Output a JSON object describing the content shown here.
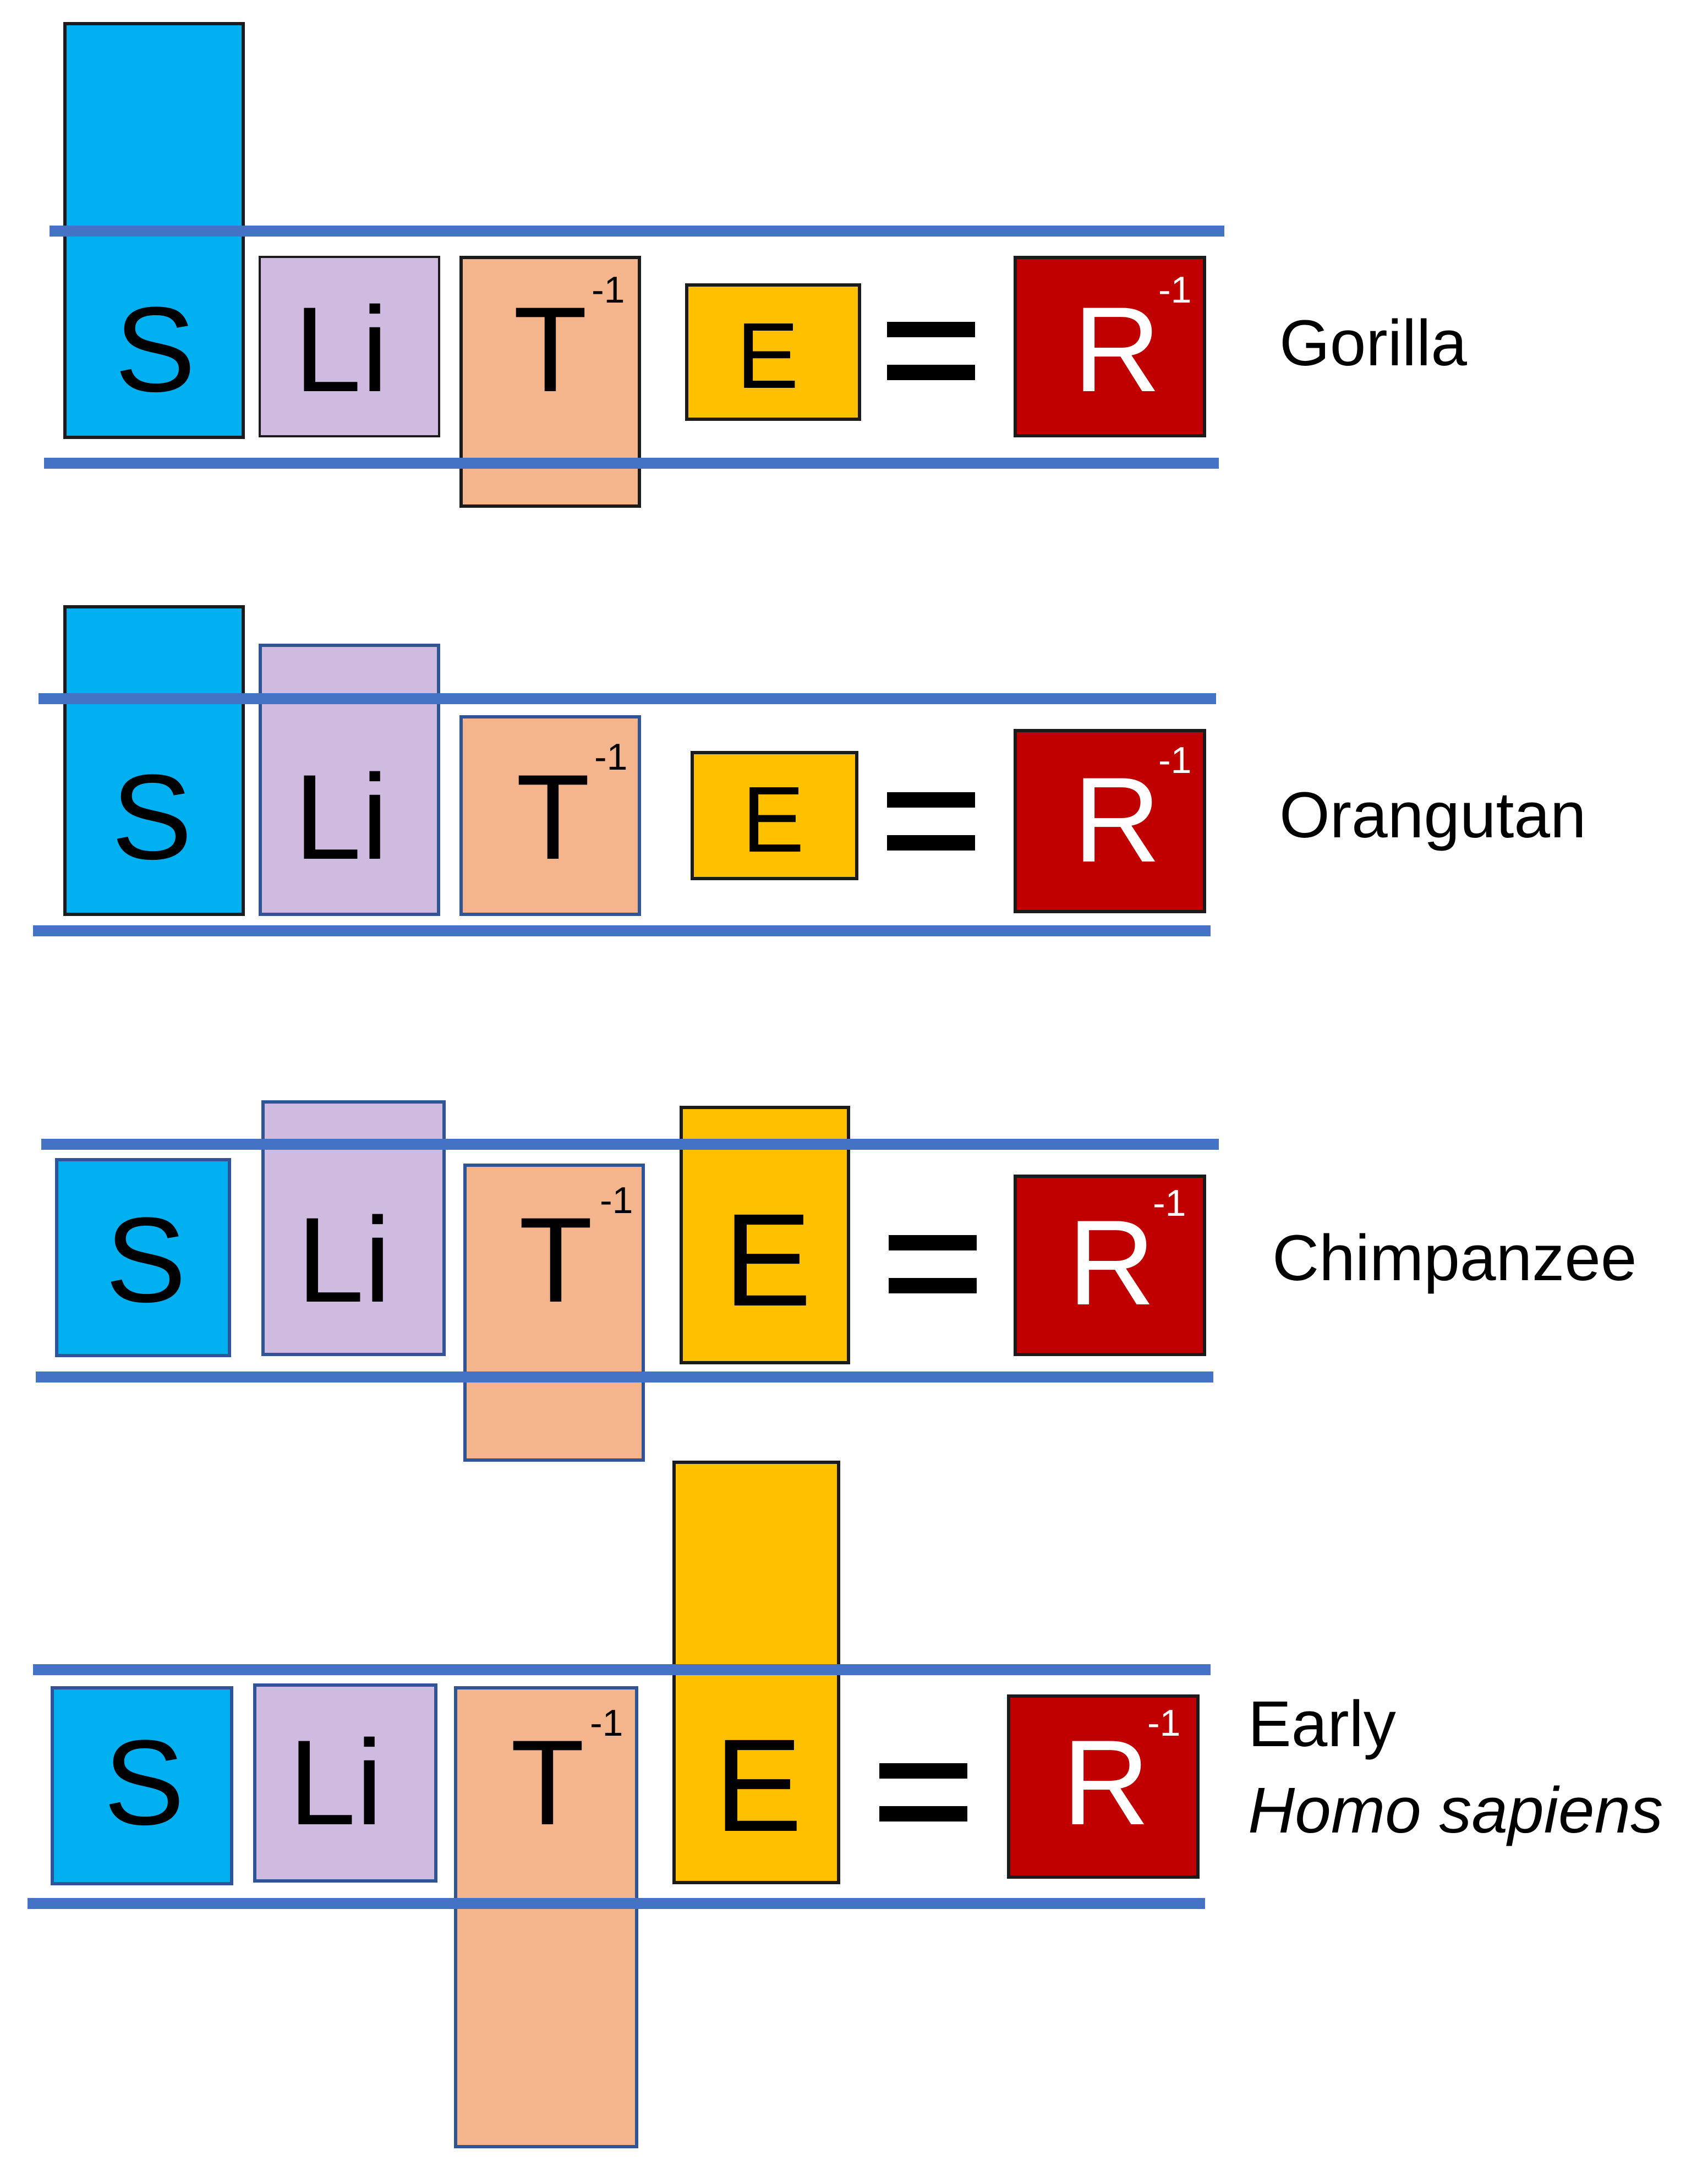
{
  "colors": {
    "line": "#4472C4",
    "S": "#00B0F0",
    "Li": "#D0BBE0",
    "T": "#F4B58C",
    "E": "#FFC000",
    "R": "#C00000",
    "box_border": "#2F5597"
  },
  "equation": {
    "S": "S",
    "Li": "Li",
    "T": "T",
    "T_exponent": "-1",
    "E": "E",
    "equals": "=",
    "R": "R",
    "R_exponent": "-1"
  },
  "rows": [
    {
      "label_line1": "Gorilla",
      "label_line2": ""
    },
    {
      "label_line1": "Orangutan",
      "label_line2": ""
    },
    {
      "label_line1": "Chimpanzee",
      "label_line2": ""
    },
    {
      "label_line1": "Early",
      "label_line2": "Homo sapiens"
    }
  ]
}
